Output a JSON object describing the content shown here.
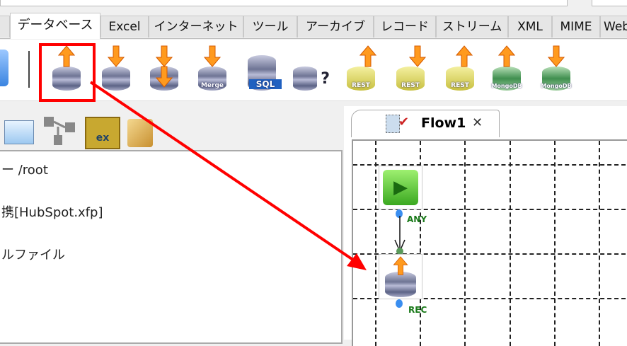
{
  "tabs": [
    "データベース",
    "Excel",
    "インターネット",
    "ツール",
    "アーカイブ",
    "レコード",
    "ストリーム",
    "XML",
    "MIME",
    "Web"
  ],
  "toolbar": {
    "labels": [
      "Merge",
      "SQL",
      "REST",
      "REST",
      "REST",
      "MongoDB",
      "MongoDB"
    ]
  },
  "tree": {
    "items": [
      "ー /root",
      "携[HubSpot.xfp]",
      "ルファイル"
    ]
  },
  "flow_tab": {
    "label": "Flow1",
    "close": "✕"
  },
  "nodes": {
    "start_port": "ANY",
    "db_port": "REC"
  },
  "colors": {
    "highlight": "#ff0000",
    "port_label": "#1a7a1a"
  }
}
